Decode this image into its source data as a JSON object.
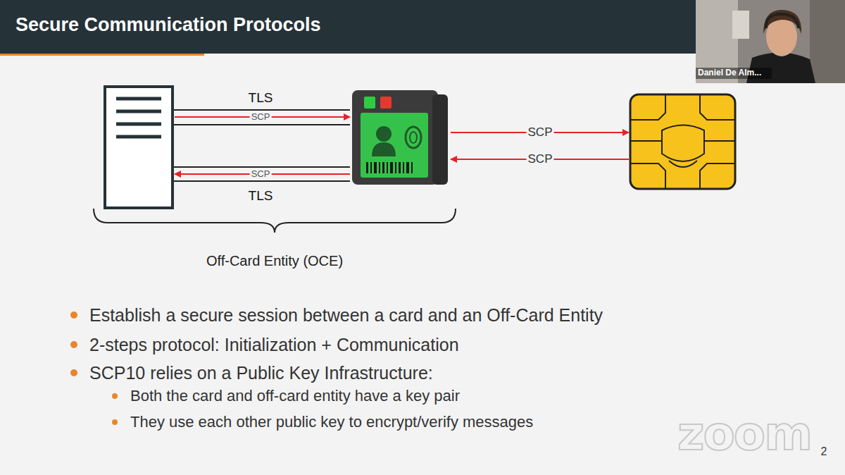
{
  "diagram": {
    "title": "Secure Communication Protocols",
    "labels": [
      "TLS",
      "SCP",
      "SCP",
      "TLS",
      "SCP",
      "SCP",
      "Off-Card Entity (OCE)",
      "Establish a secure session between a card and an Off-Card Entity",
      "2-steps protocol: Initialization + Communication",
      "SCP10 relies on a Public Key Infrastructure:",
      "Both the card and off-card entity have a key pair",
      "They use each other public key to encrypt/verify messages",
      "Daniel De Alm...",
      "zoom",
      "2"
    ]
  }
}
